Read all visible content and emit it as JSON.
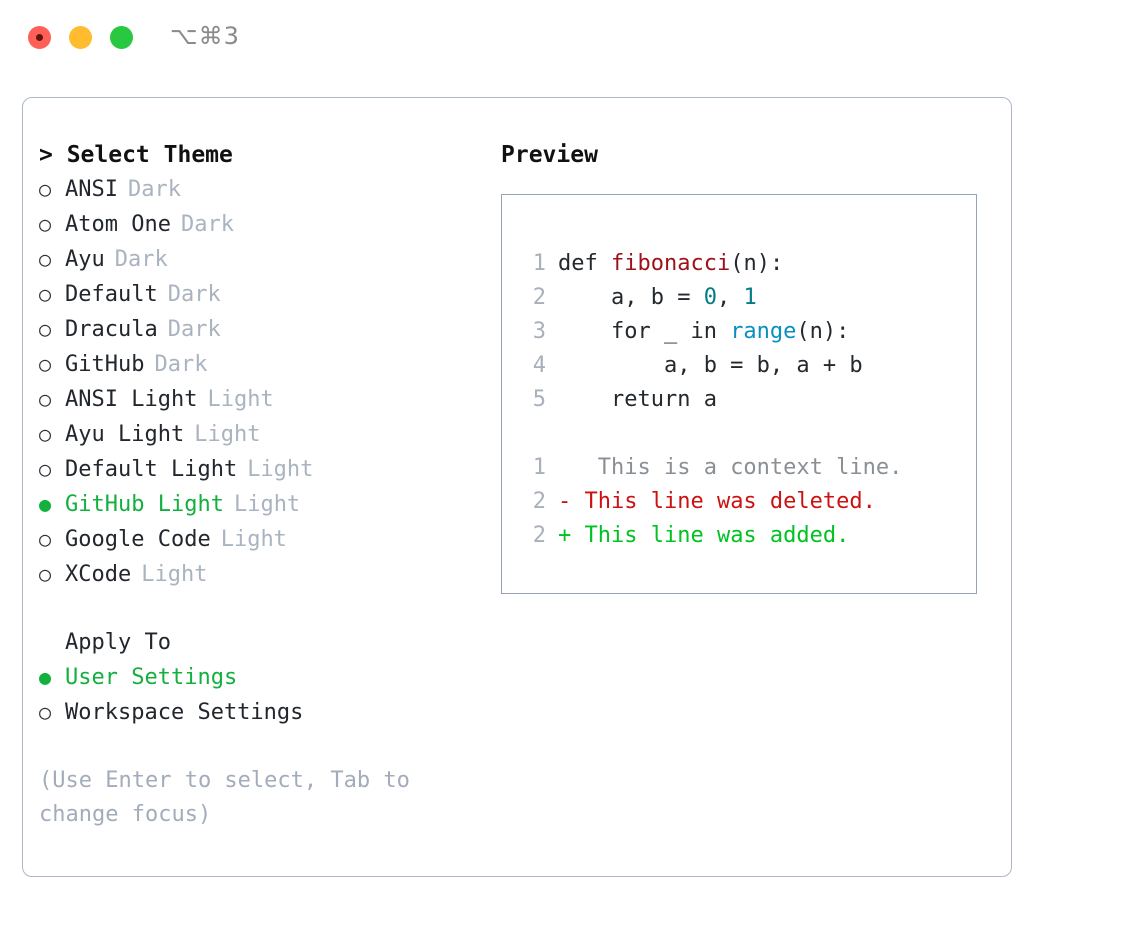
{
  "titlebar": {
    "shortcut": "⌥⌘3",
    "lights": [
      "close-red",
      "minimize-amber",
      "maximize-green"
    ]
  },
  "theme_picker": {
    "title": "> Select Theme",
    "items": [
      {
        "marker": "○",
        "name": "ANSI",
        "tag": "Dark",
        "selected": false
      },
      {
        "marker": "○",
        "name": "Atom One",
        "tag": "Dark",
        "selected": false
      },
      {
        "marker": "○",
        "name": "Ayu",
        "tag": "Dark",
        "selected": false
      },
      {
        "marker": "○",
        "name": "Default",
        "tag": "Dark",
        "selected": false
      },
      {
        "marker": "○",
        "name": "Dracula",
        "tag": "Dark",
        "selected": false
      },
      {
        "marker": "○",
        "name": "GitHub",
        "tag": "Dark",
        "selected": false
      },
      {
        "marker": "○",
        "name": "ANSI Light",
        "tag": "Light",
        "selected": false
      },
      {
        "marker": "○",
        "name": "Ayu Light",
        "tag": "Light",
        "selected": false
      },
      {
        "marker": "○",
        "name": "Default Light",
        "tag": "Light",
        "selected": false
      },
      {
        "marker": "●",
        "name": "GitHub Light",
        "tag": "Light",
        "selected": true
      },
      {
        "marker": "○",
        "name": "Google Code",
        "tag": "Light",
        "selected": false
      },
      {
        "marker": "○",
        "name": "XCode",
        "tag": "Light",
        "selected": false
      }
    ]
  },
  "apply_to": {
    "title": "Apply To",
    "options": [
      {
        "marker": "●",
        "name": "User Settings",
        "selected": true
      },
      {
        "marker": "○",
        "name": "Workspace Settings",
        "selected": false
      }
    ]
  },
  "hint": "(Use Enter to select, Tab to change focus)",
  "preview": {
    "title": "Preview",
    "code": [
      {
        "num": "1",
        "segments": [
          {
            "text": "def ",
            "style": "plain"
          },
          {
            "text": "fibonacci",
            "style": "fn"
          },
          {
            "text": "(n):",
            "style": "plain"
          }
        ]
      },
      {
        "num": "2",
        "segments": [
          {
            "text": "    a, b = ",
            "style": "plain"
          },
          {
            "text": "0",
            "style": "num"
          },
          {
            "text": ", ",
            "style": "plain"
          },
          {
            "text": "1",
            "style": "num"
          }
        ]
      },
      {
        "num": "3",
        "segments": [
          {
            "text": "    for _ in ",
            "style": "plain"
          },
          {
            "text": "range",
            "style": "call"
          },
          {
            "text": "(n):",
            "style": "plain"
          }
        ]
      },
      {
        "num": "4",
        "segments": [
          {
            "text": "        a, b = b, a + b",
            "style": "plain"
          }
        ]
      },
      {
        "num": "5",
        "segments": [
          {
            "text": "    return a",
            "style": "plain"
          }
        ]
      }
    ],
    "diff": [
      {
        "num": "1",
        "marker": " ",
        "text": "  This is a context line.",
        "style": "ctx"
      },
      {
        "num": "2",
        "marker": "-",
        "text": " This line was deleted.",
        "style": "del"
      },
      {
        "num": "2",
        "marker": "+",
        "text": " This line was added.",
        "style": "add"
      }
    ]
  },
  "colors": {
    "selection_green": "#13b03e",
    "diff_added": "#00c221",
    "diff_deleted": "#cc1111",
    "diff_context": "#8a8f96",
    "syntax_function": "#9e1118",
    "syntax_number": "#057b82",
    "syntax_call": "#0a8fc4",
    "tag_gray": "#aab3c0",
    "panel_border": "#aeb7c4"
  }
}
